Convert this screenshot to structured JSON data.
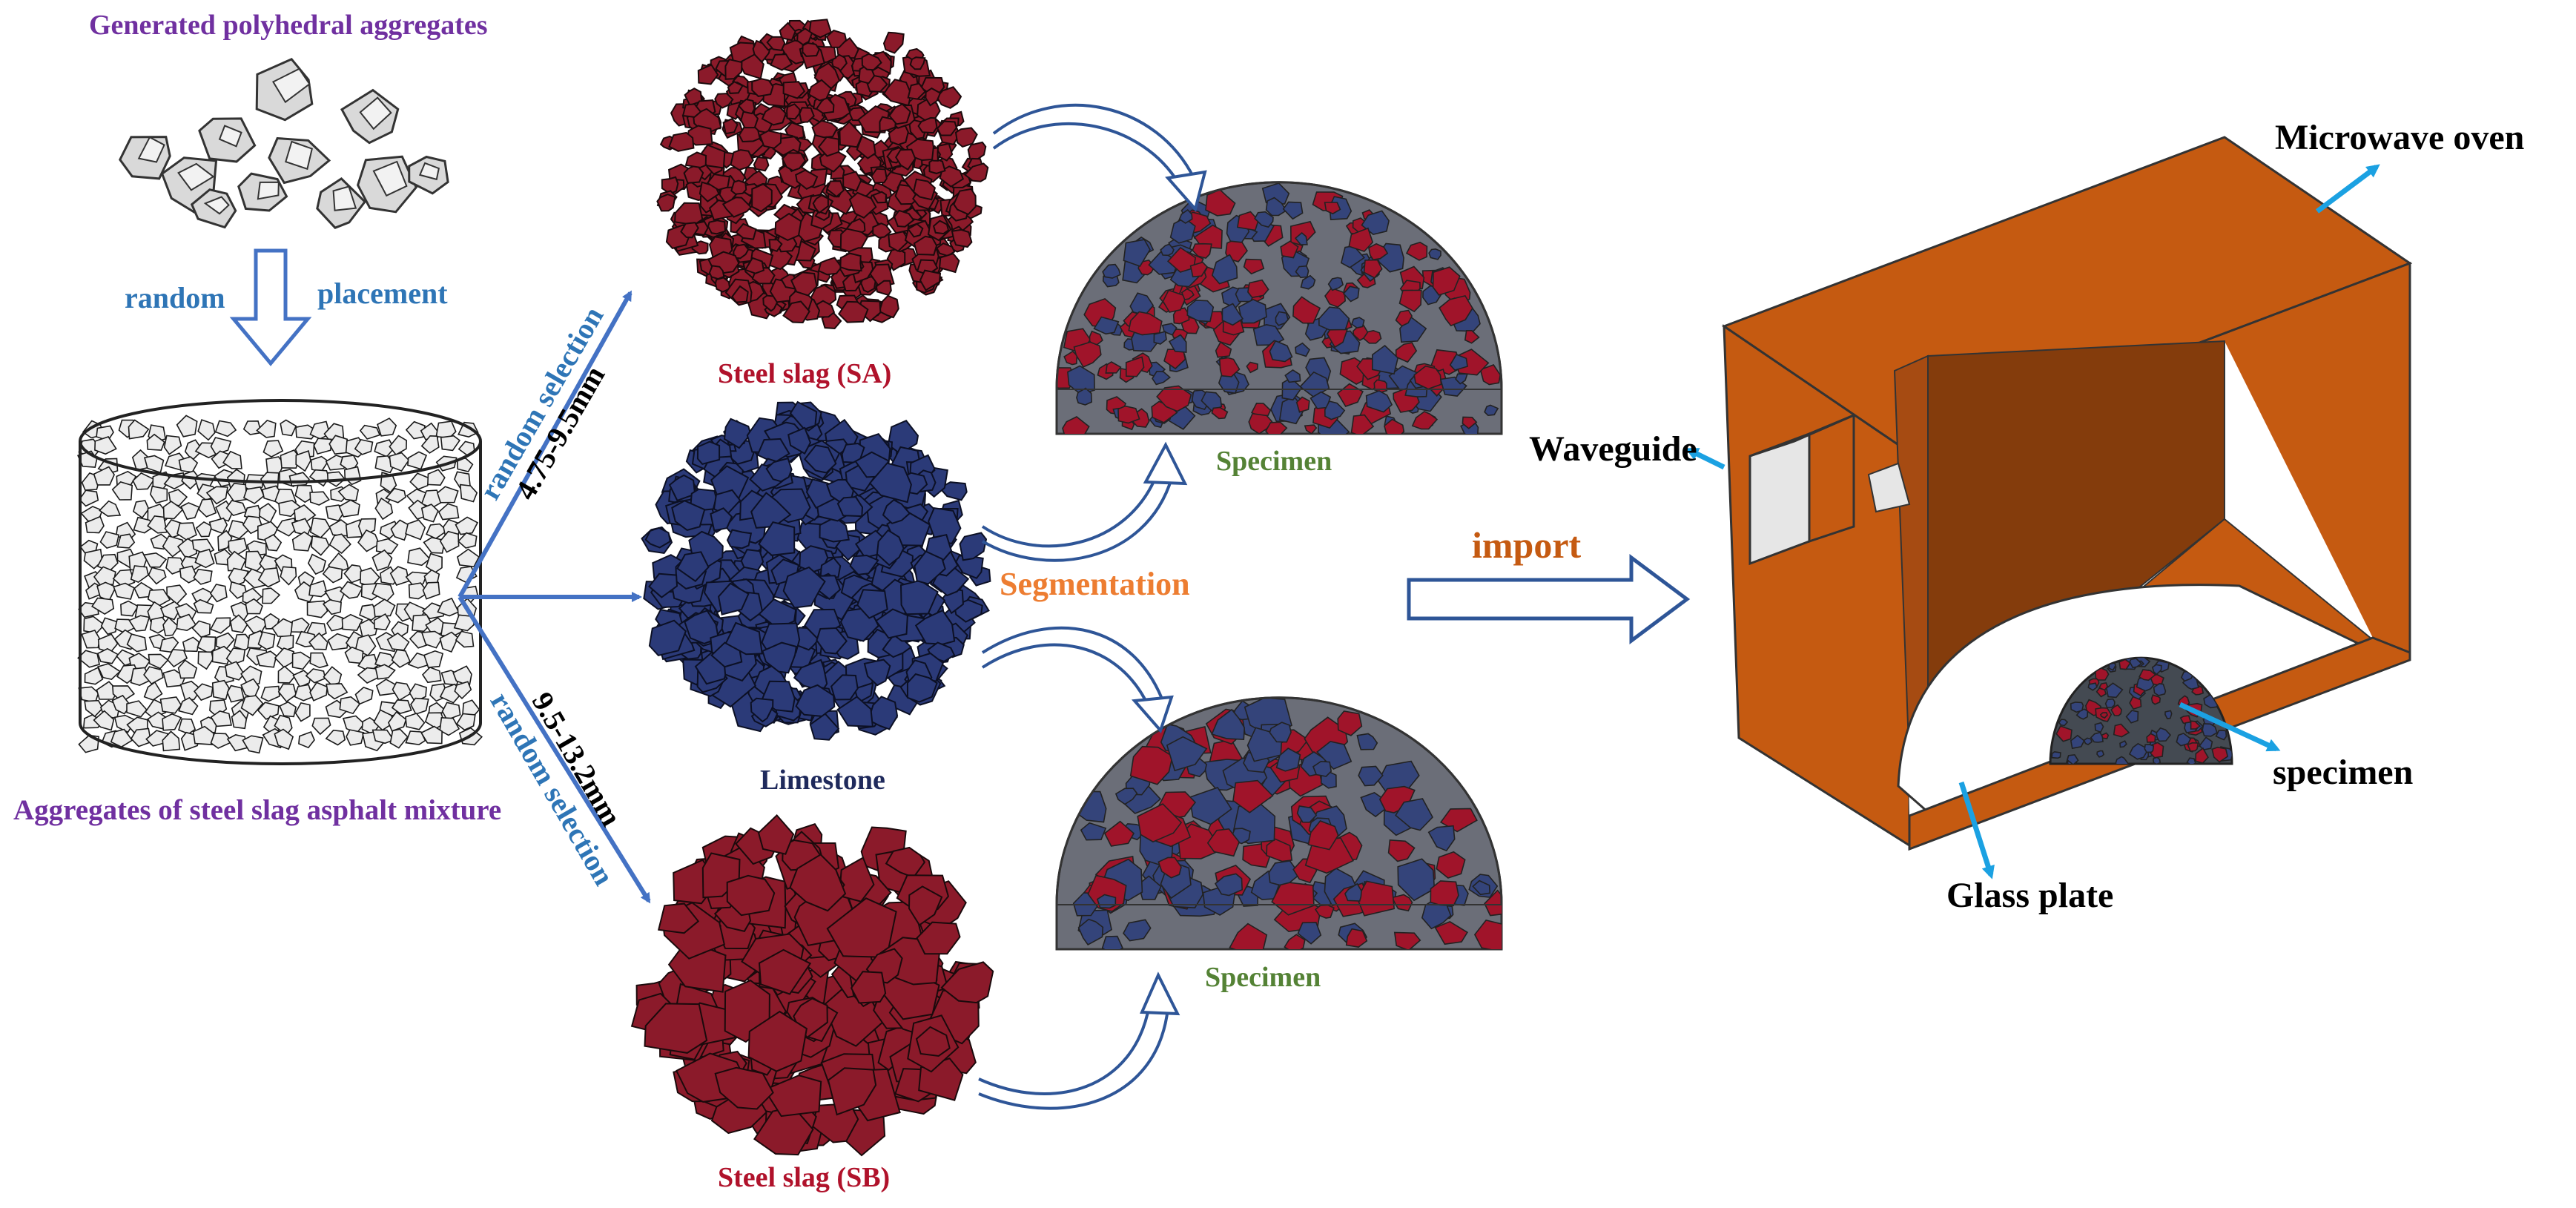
{
  "labels": {
    "generated": "Generated polyhedral aggregates",
    "random": "random",
    "placement": "placement",
    "aggregates_mixture": "Aggregates of steel slag asphalt mixture",
    "random_selection_top": "random selection",
    "size_top": "4.75-9.5mm",
    "random_selection_bottom": "random selection",
    "size_bottom": "9.5-13.2mm",
    "steel_slag_sa": "Steel slag (SA)",
    "limestone": "Limestone",
    "steel_slag_sb": "Steel slag (SB)",
    "specimen_top": "Specimen",
    "specimen_bottom": "Specimen",
    "segmentation": "Segmentation",
    "import": "import",
    "microwave_oven": "Microwave oven",
    "waveguide": "Waveguide",
    "specimen_in_oven": "specimen",
    "glass_plate": "Glass plate"
  },
  "colors": {
    "purple": "#7030a0",
    "blue_text": "#2e75b6",
    "red_text": "#b0122b",
    "navy_text": "#1f2a5c",
    "green_text": "#548235",
    "orange_text": "#ed7d31",
    "import_text": "#c55a11",
    "arrow_blue": "#4472c4",
    "callout_cyan": "#1ba1e2",
    "oven_orange": "#c55a11",
    "steel_slag": "#8b1a2a",
    "limestone": "#2b3a78",
    "specimen_matrix": "#6b6e78"
  },
  "icons": {
    "flow_arrows": "hollow-arrow-icon",
    "curved_arrows": "curved-hollow-arrow-icon",
    "callouts": "cyan-pointer-arrow-icon"
  }
}
